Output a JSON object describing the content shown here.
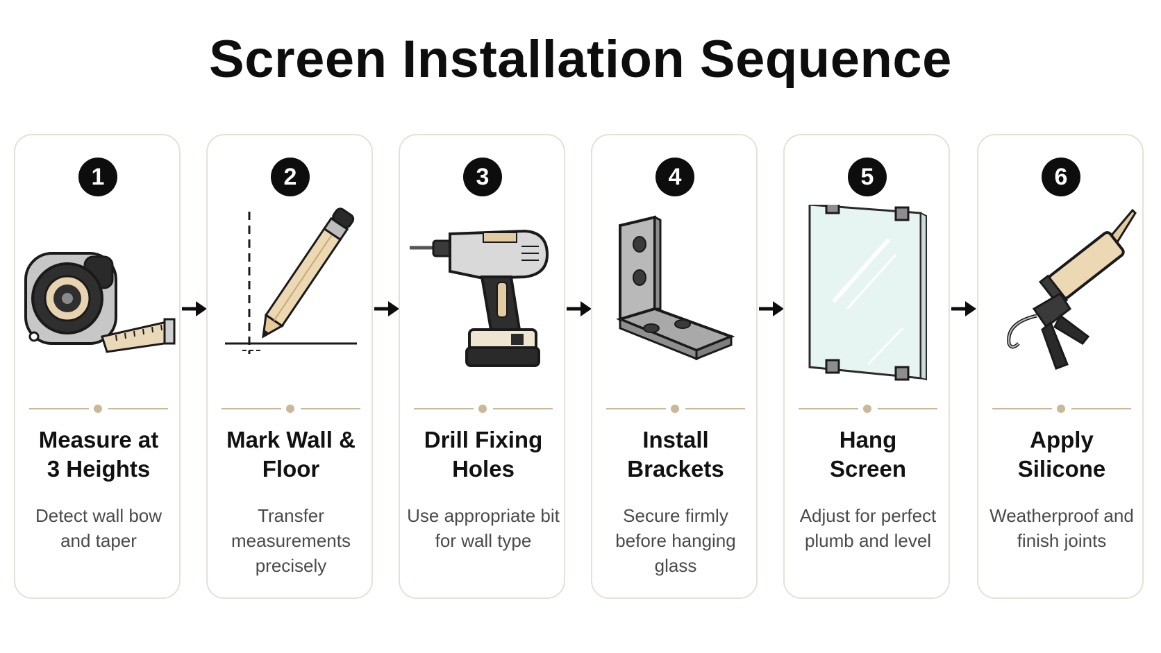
{
  "title": "Screen Installation Sequence",
  "steps": [
    {
      "number": "1",
      "title_line1": "Measure at",
      "title_line2": "3 Heights",
      "desc": "Detect wall bow and taper",
      "icon": "tape-measure-icon"
    },
    {
      "number": "2",
      "title_line1": "Mark Wall &",
      "title_line2": "Floor",
      "desc": "Transfer measurements precisely",
      "icon": "pencil-icon"
    },
    {
      "number": "3",
      "title_line1": "Drill Fixing",
      "title_line2": "Holes",
      "desc": "Use appropriate bit for wall type",
      "icon": "drill-icon"
    },
    {
      "number": "4",
      "title_line1": "Install",
      "title_line2": "Brackets",
      "desc": "Secure firmly before hanging glass",
      "icon": "bracket-icon"
    },
    {
      "number": "5",
      "title_line1": "Hang",
      "title_line2": "Screen",
      "desc": "Adjust for perfect plumb and level",
      "icon": "glass-panel-icon"
    },
    {
      "number": "6",
      "title_line1": "Apply",
      "title_line2": "Silicone",
      "desc": "Weatherproof and finish joints",
      "icon": "caulking-gun-icon"
    }
  ],
  "colors": {
    "accent": "#c9b89a",
    "border": "#e6e1d6",
    "badge": "#0d0d0d",
    "text": "#111111",
    "muted": "#4a4a4a"
  }
}
